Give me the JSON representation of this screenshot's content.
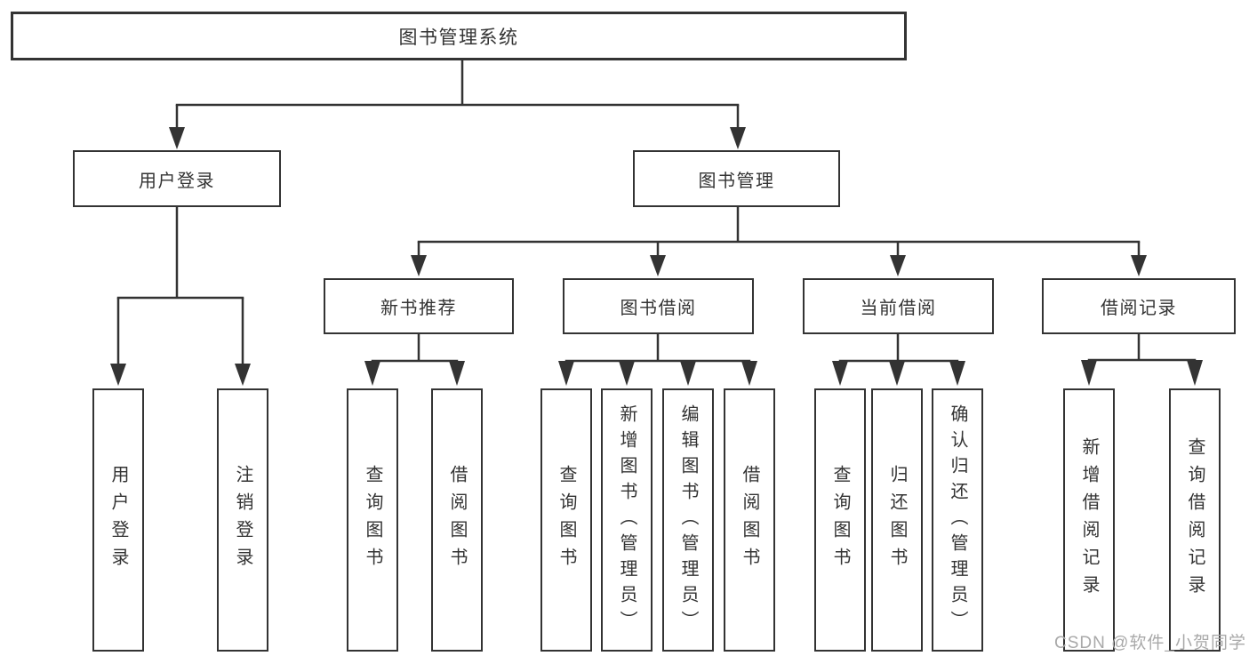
{
  "diagram": {
    "root": "图书管理系统",
    "level2": {
      "user_login": "用户登录",
      "book_management": "图书管理"
    },
    "level3": {
      "new_books": "新书推荐",
      "book_borrowing": "图书借阅",
      "current_borrowing": "当前借阅",
      "borrowing_records": "借阅记录"
    },
    "leaves": {
      "user_login": [
        "用户登录",
        "注销登录"
      ],
      "new_books": [
        "查询图书",
        "借阅图书"
      ],
      "book_borrowing": [
        "查询图书",
        "新增图书（管理员）",
        "编辑图书（管理员）",
        "借阅图书"
      ],
      "current_borrowing": [
        "查询图书",
        "归还图书",
        "确认归还（管理员）"
      ],
      "borrowing_records": [
        "新增借阅记录",
        "查询借阅记录"
      ]
    }
  },
  "watermark": "CSDN @软件_小贺同学",
  "colors": {
    "line": "#333333",
    "text": "#333333",
    "box_fill": "#ffffff",
    "watermark": "#a9a9a9"
  }
}
